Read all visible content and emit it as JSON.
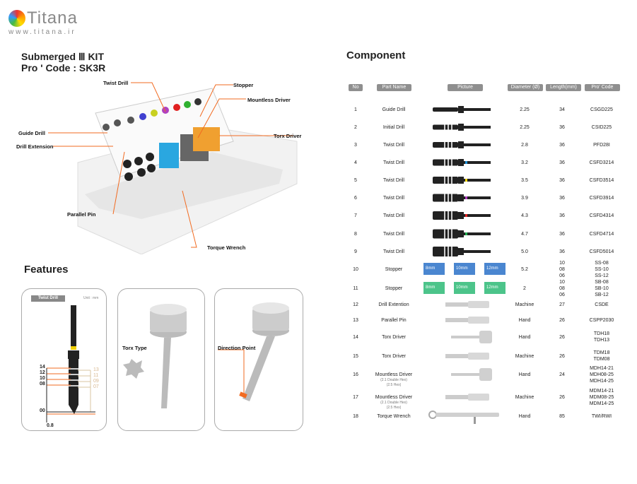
{
  "brand": {
    "name": "Titana",
    "url": "www.titana.ir"
  },
  "kit": {
    "title": "Submerged Ⅲ KIT",
    "code": "Pro ' Code : SK3R",
    "callouts": {
      "twist": "Twist Drill",
      "stopper": "Stopper",
      "mountless": "Mountless Driver",
      "guide": "Guide Drill",
      "extension": "Drill Extension",
      "torx": "Torx Driver",
      "pin": "Parallel Pin",
      "wrench": "Torque Wrench"
    }
  },
  "features": {
    "title": "Features",
    "drill_badge": "Twist Drill",
    "unit": "Unit : mm",
    "left_marks": [
      "14",
      "12",
      "10",
      "08",
      "00",
      "0.8"
    ],
    "right_marks": [
      "13",
      "11",
      "09",
      "07"
    ],
    "torx_label": "Torx Type",
    "direction_label": "Direction Point"
  },
  "component": {
    "title": "Component",
    "headers": [
      "No",
      "Part Name",
      "Picture",
      "Diameter (Ø)",
      "Length(mm)",
      "Pro' Code"
    ],
    "stopper_labels": [
      "8mm",
      "10mm",
      "12mm"
    ],
    "rows": [
      {
        "no": "1",
        "name": "Guide Drill",
        "dia": "2.25",
        "len": "34",
        "code": "CSGD225",
        "pic": "drill",
        "color": ""
      },
      {
        "no": "2",
        "name": "Initial Drill",
        "dia": "2.25",
        "len": "36",
        "code": "CSID225",
        "pic": "drill",
        "color": ""
      },
      {
        "no": "3",
        "name": "Twist Drill",
        "dia": "2.8",
        "len": "36",
        "code": "PFD28I",
        "pic": "drill",
        "color": ""
      },
      {
        "no": "4",
        "name": "Twist Drill",
        "dia": "3.2",
        "len": "36",
        "code": "CSFD3214",
        "pic": "drill",
        "color": "#1e90d6"
      },
      {
        "no": "5",
        "name": "Twist Drill",
        "dia": "3.5",
        "len": "36",
        "code": "CSFD3514",
        "pic": "drill",
        "color": "#f2d600"
      },
      {
        "no": "6",
        "name": "Twist Drill",
        "dia": "3.9",
        "len": "36",
        "code": "CSFD3914",
        "pic": "drill",
        "color": "#b03cc0"
      },
      {
        "no": "7",
        "name": "Twist Drill",
        "dia": "4.3",
        "len": "36",
        "code": "CSFD4314",
        "pic": "drill",
        "color": "#e02020"
      },
      {
        "no": "8",
        "name": "Twist Drill",
        "dia": "4.7",
        "len": "36",
        "code": "CSFD4714",
        "pic": "drill",
        "color": "#20b050"
      },
      {
        "no": "9",
        "name": "Twist Drill",
        "dia": "5.0",
        "len": "36",
        "code": "CSFD5014",
        "pic": "drill",
        "color": ""
      },
      {
        "no": "10",
        "name": "Stopper",
        "dia": "5.2",
        "len": "10\n08\n06",
        "code": "SS-08\nSS-10\nSS-12",
        "pic": "stopper",
        "color": "#4a86d0"
      },
      {
        "no": "11",
        "name": "Stopper",
        "dia": "2",
        "len": "10\n08\n06",
        "code": "SB-08\nSB-10\nSB-12",
        "pic": "stopper",
        "color": "#4cc48a"
      },
      {
        "no": "12",
        "name": "Drill Extention",
        "dia": "Machine",
        "len": "27",
        "code": "CSDE",
        "pic": "tool",
        "color": ""
      },
      {
        "no": "13",
        "name": "Parallel Pin",
        "dia": "Hand",
        "len": "26",
        "code": "CSPP2030",
        "pic": "tool",
        "color": ""
      },
      {
        "no": "14",
        "name": "Torx Driver",
        "dia": "Hand",
        "len": "26",
        "code": "TDH18\nTDH13",
        "pic": "hand",
        "color": ""
      },
      {
        "no": "15",
        "name": "Torx Driver",
        "dia": "Machine",
        "len": "26",
        "code": "TDM18\nTDM08",
        "pic": "tool",
        "color": ""
      },
      {
        "no": "16",
        "name": "Mountless Driver",
        "sub": "(2.1 Double Hex)\n(2.5 Hex)",
        "dia": "Hand",
        "len": "24",
        "code": "MDH14-21\nMDH08-25\nMDH14-25",
        "pic": "hand",
        "color": ""
      },
      {
        "no": "17",
        "name": "Mountless Driver",
        "sub": "(2.1 Double Hex)\n(2.5 Hex)",
        "dia": "Machine",
        "len": "26",
        "code": "MDM14-21\nMDM08-25\nMDM14-25",
        "pic": "tool",
        "color": ""
      },
      {
        "no": "18",
        "name": "Torque Wrench",
        "dia": "Hand",
        "len": "85",
        "code": "TWI/RWI",
        "pic": "wrench",
        "color": ""
      }
    ]
  }
}
